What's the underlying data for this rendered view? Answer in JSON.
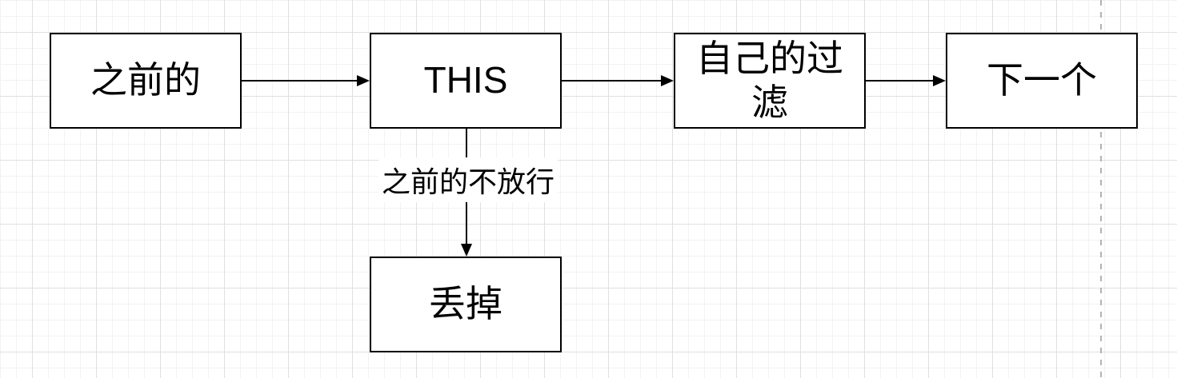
{
  "diagram": {
    "nodes": {
      "previous": {
        "label": "之前的"
      },
      "this_node": {
        "label": "THIS"
      },
      "own_filter": {
        "label": "自己的过滤"
      },
      "next": {
        "label": "下一个"
      },
      "discard": {
        "label": "丢掉"
      }
    },
    "edges": {
      "previous_to_this": {
        "label": ""
      },
      "this_to_own_filter": {
        "label": ""
      },
      "own_filter_to_next": {
        "label": ""
      },
      "this_to_discard": {
        "label": "之前的不放行"
      }
    },
    "colors": {
      "node_fill": "#ffffff",
      "node_border": "#000000",
      "edge": "#000000",
      "text": "#000000",
      "grid_minor": "#f2f2f2",
      "grid_major": "#e0e0e0",
      "page_guide": "#b3b3b3",
      "background": "#ffffff"
    }
  }
}
